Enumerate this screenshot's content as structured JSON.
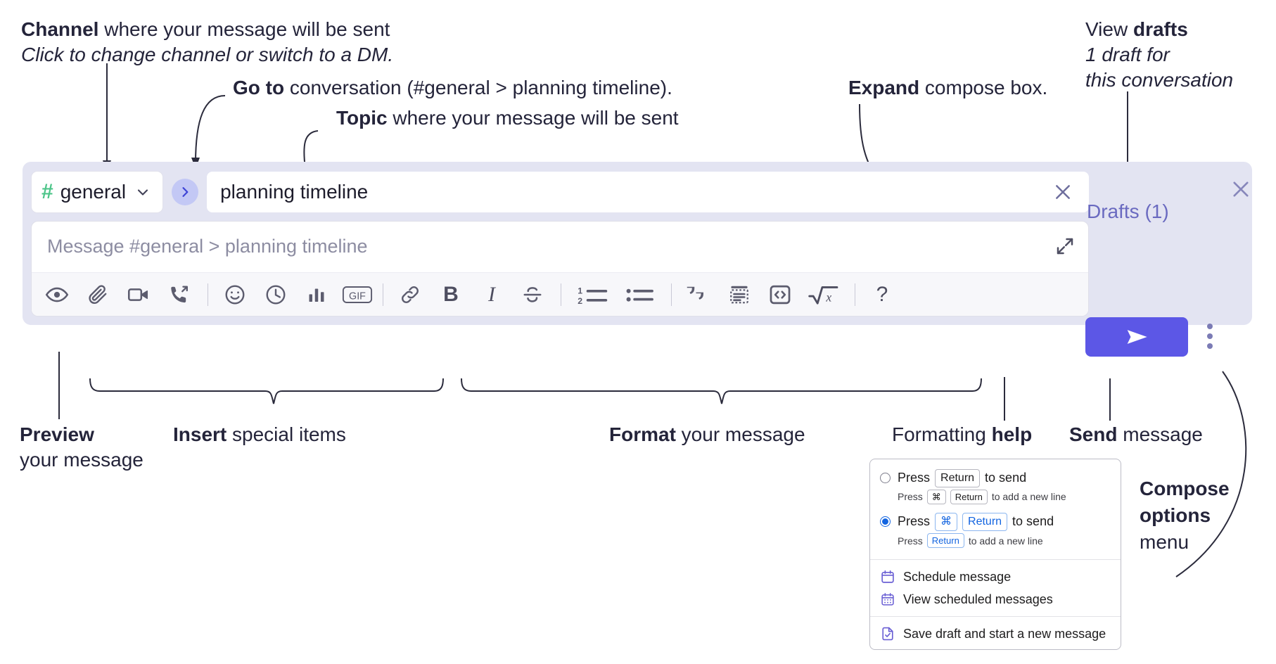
{
  "annotations": {
    "channel": {
      "bold": "Channel",
      "rest": " where your message will be sent",
      "italic": "Click to change channel or switch to a DM."
    },
    "goto": {
      "bold": "Go to",
      "rest": " conversation (#general > planning timeline)."
    },
    "topic": {
      "bold": "Topic",
      "rest": " where your message will be sent"
    },
    "expand": {
      "bold": "Expand",
      "rest": " compose box."
    },
    "drafts": {
      "plain": "View ",
      "bold": "drafts",
      "italic1": "1 draft for",
      "italic2": "this conversation"
    },
    "preview": {
      "bold": "Preview",
      "line2": "your message"
    },
    "insert": {
      "bold": "Insert",
      "rest": " special items"
    },
    "format": {
      "bold": "Format",
      "rest": " your message"
    },
    "help": {
      "plain": "Formatting ",
      "bold": "help"
    },
    "send": {
      "bold": "Send",
      "rest": " message"
    },
    "compose_options": {
      "bold1": "Compose",
      "bold2": "options",
      "plain": "menu"
    }
  },
  "compose": {
    "channel_picker": {
      "hash": "#",
      "name": "general",
      "chevron_icon": "chevron-down-icon"
    },
    "goto_button": {
      "icon": "chevron-right-icon"
    },
    "topic_field": {
      "value": "planning timeline",
      "clear_icon": "close-icon"
    },
    "message_input": {
      "placeholder": "Message #general > planning timeline",
      "value": ""
    },
    "expand_icon": "expand-diagonal-icon",
    "toolbar": [
      {
        "name": "preview-button",
        "icon": "eye-icon",
        "label": ""
      },
      {
        "name": "attach-button",
        "icon": "paperclip-icon",
        "label": ""
      },
      {
        "name": "video-clip-button",
        "icon": "video-camera-icon",
        "label": ""
      },
      {
        "name": "audio-clip-button",
        "icon": "phone-forward-icon",
        "label": ""
      },
      {
        "name": "separator-1",
        "icon": "divider",
        "label": ""
      },
      {
        "name": "emoji-button",
        "icon": "smiley-icon",
        "label": ""
      },
      {
        "name": "reminder-button",
        "icon": "clock-icon",
        "label": ""
      },
      {
        "name": "poll-button",
        "icon": "bar-chart-icon",
        "label": ""
      },
      {
        "name": "gif-button",
        "icon": "gif-icon",
        "label": "GIF"
      },
      {
        "name": "separator-2",
        "icon": "divider",
        "label": ""
      },
      {
        "name": "link-button",
        "icon": "link-icon",
        "label": ""
      },
      {
        "name": "bold-button",
        "icon": "bold-icon",
        "label": "B"
      },
      {
        "name": "italic-button",
        "icon": "italic-icon",
        "label": "I"
      },
      {
        "name": "strikethrough-button",
        "icon": "strikethrough-icon",
        "label": "S"
      },
      {
        "name": "separator-3",
        "icon": "divider",
        "label": ""
      },
      {
        "name": "ordered-list-button",
        "icon": "ordered-list-icon",
        "label": ""
      },
      {
        "name": "bulleted-list-button",
        "icon": "bulleted-list-icon",
        "label": ""
      },
      {
        "name": "blockquote-button",
        "icon": "quote-icon",
        "label": ""
      },
      {
        "name": "code-block-button",
        "icon": "code-block-icon",
        "label": ""
      },
      {
        "name": "inline-code-button",
        "icon": "code-brackets-icon",
        "label": ""
      },
      {
        "name": "math-button",
        "icon": "square-root-icon",
        "label": ""
      },
      {
        "name": "separator-4",
        "icon": "divider",
        "label": ""
      },
      {
        "name": "formatting-help-button",
        "icon": "question-mark-icon",
        "label": "?"
      }
    ],
    "drafts_label": "Drafts (1)",
    "panel_close_icon": "close-icon",
    "send_button": {
      "icon": "send-paper-plane-icon",
      "label": ""
    },
    "compose_options_icon": "kebab-menu-icon"
  },
  "options_menu": {
    "radios": [
      {
        "selected": false,
        "main": [
          {
            "t": "text",
            "v": "Press"
          },
          {
            "t": "key",
            "v": "Return"
          },
          {
            "t": "text",
            "v": "to send"
          }
        ],
        "sub": [
          {
            "t": "text",
            "v": "Press"
          },
          {
            "t": "key",
            "v": "⌘"
          },
          {
            "t": "key",
            "v": "Return"
          },
          {
            "t": "text",
            "v": "to add a new line"
          }
        ]
      },
      {
        "selected": true,
        "main": [
          {
            "t": "text",
            "v": "Press"
          },
          {
            "t": "keyb",
            "v": "⌘"
          },
          {
            "t": "keyb",
            "v": "Return"
          },
          {
            "t": "text",
            "v": "to send"
          }
        ],
        "sub": [
          {
            "t": "text",
            "v": "Press"
          },
          {
            "t": "keyb",
            "v": "Return"
          },
          {
            "t": "text",
            "v": "to add a new line"
          }
        ]
      }
    ],
    "items": [
      {
        "label": "Schedule message",
        "icon": "calendar-icon"
      },
      {
        "label": "View scheduled messages",
        "icon": "calendar-grid-icon"
      },
      {
        "label": "Save draft and start a new message",
        "icon": "file-check-icon"
      }
    ]
  },
  "colors": {
    "panel_bg": "#e3e4f2",
    "accent_send": "#5c57e6",
    "drafts_text": "#6a6ac0",
    "hash_green": "#4ec58a",
    "goto_bubble": "#c3c8f5",
    "radio_blue": "#1264e0",
    "menu_icon": "#6a5fd4"
  }
}
